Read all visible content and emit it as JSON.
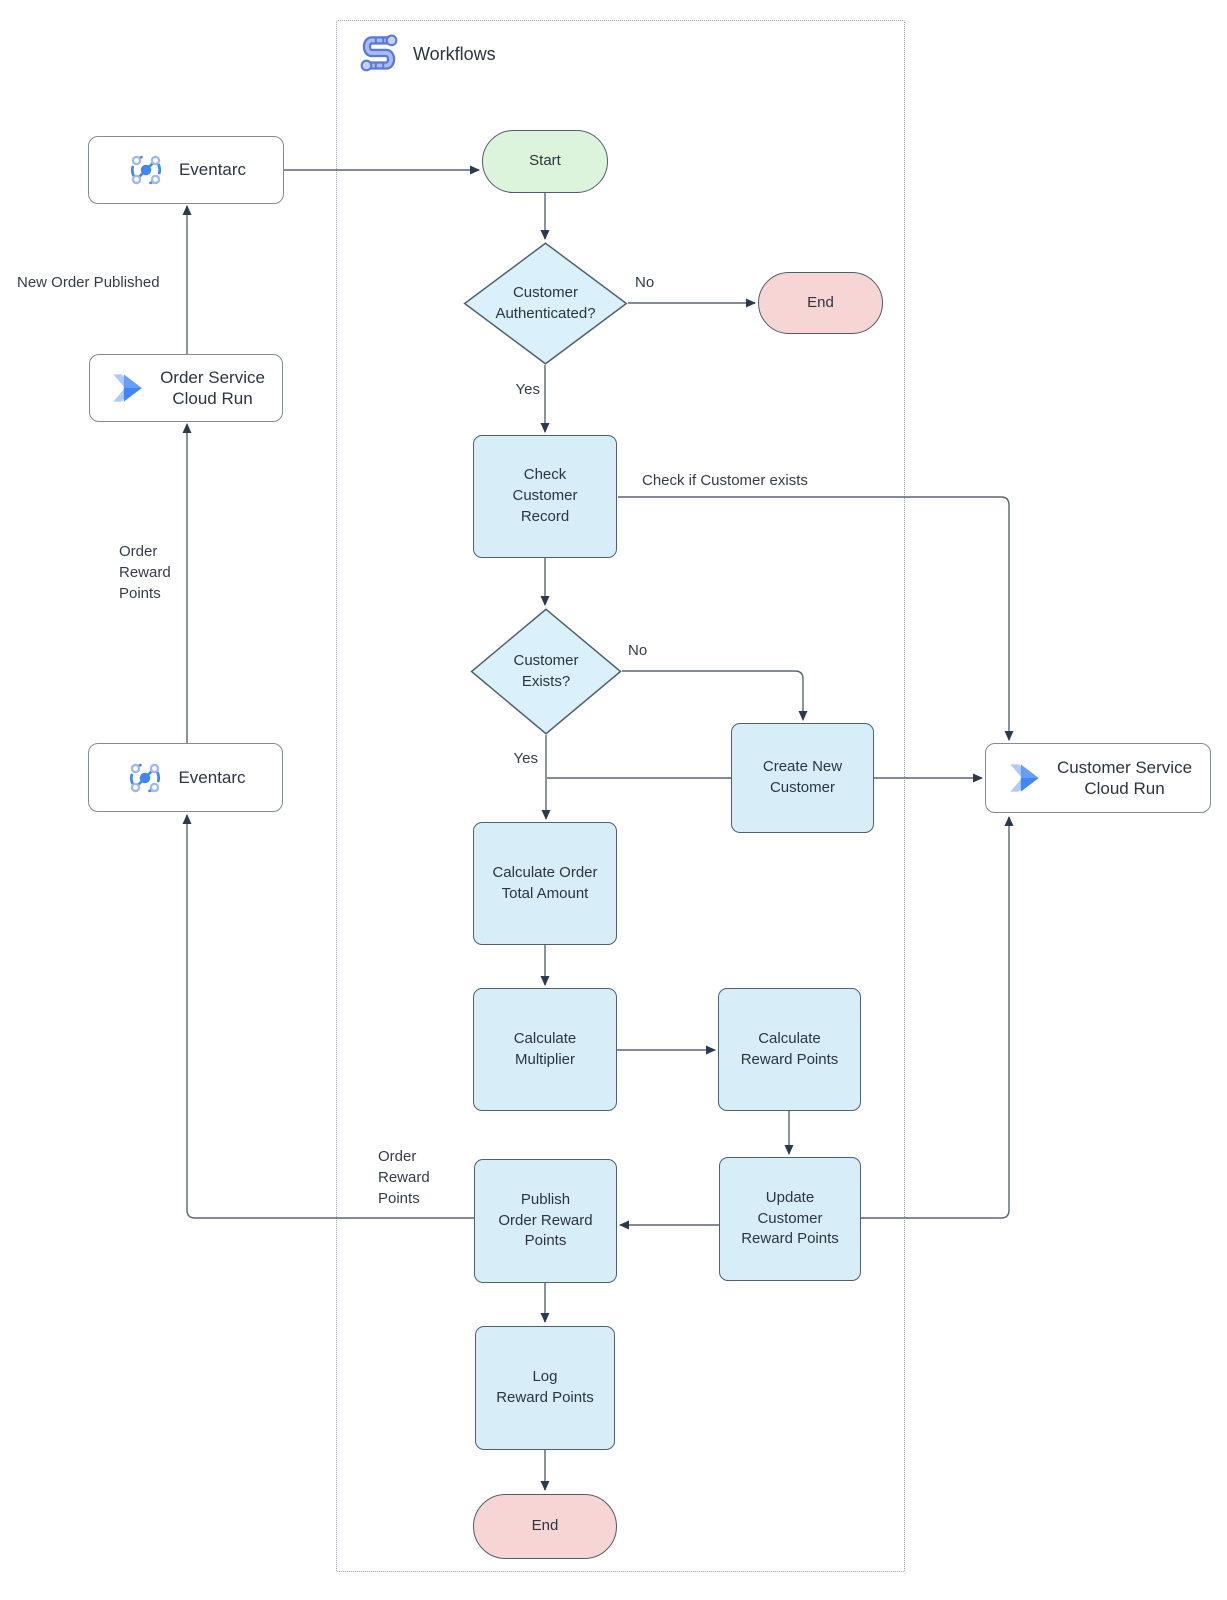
{
  "diagram": {
    "group": {
      "title": "Workflows",
      "icon": "workflows-icon"
    },
    "nodes": {
      "eventarc_top": "Eventarc",
      "order_service": "Order Service\nCloud Run",
      "eventarc_bottom": "Eventarc",
      "customer_service": "Customer Service\nCloud Run",
      "start": "Start",
      "end_top": "End",
      "customer_authenticated": "Customer\nAuthenticated?",
      "check_customer_record": "Check\nCustomer\nRecord",
      "customer_exists": "Customer\nExists?",
      "create_new_customer": "Create New\nCustomer",
      "calculate_order_total": "Calculate Order\nTotal Amount",
      "calculate_multiplier": "Calculate\nMultiplier",
      "calculate_reward_points": "Calculate\nReward Points",
      "update_customer_reward_points": "Update\nCustomer\nReward Points",
      "publish_order_reward_points": "Publish\nOrder Reward\nPoints",
      "log_reward_points": "Log\nReward Points",
      "end_bottom": "End"
    },
    "edge_labels": {
      "auth_no": "No",
      "auth_yes": "Yes",
      "check_if_customer_exists": "Check if Customer exists",
      "exists_no": "No",
      "exists_yes": "Yes",
      "new_order_published": "New Order Published",
      "order_reward_points_left": "Order\nReward\nPoints",
      "order_reward_points_bottom": "Order\nReward\nPoints"
    },
    "icons": {
      "eventarc": "eventarc-icon",
      "cloud_run": "cloud-run-icon",
      "workflows": "workflows-icon"
    },
    "colors": {
      "process_fill": "#d7eef9",
      "process_stroke": "#4f6170",
      "decision_fill": "#daf1fb",
      "decision_stroke": "#4f6170",
      "start_fill": "#dcf4dc",
      "end_fill": "#f8d5d5",
      "terminal_stroke": "#4f5d6a",
      "service_fill": "#ffffff",
      "service_stroke": "#838b94",
      "edge_color": "#5b6570",
      "arrow_color": "#2c3a4d",
      "text_color": "#2b3540",
      "label_color": "#343d47",
      "container_border": "#9aa0a6",
      "icon_blue": "#4285f4",
      "icon_light_blue": "#aecbfa"
    }
  }
}
